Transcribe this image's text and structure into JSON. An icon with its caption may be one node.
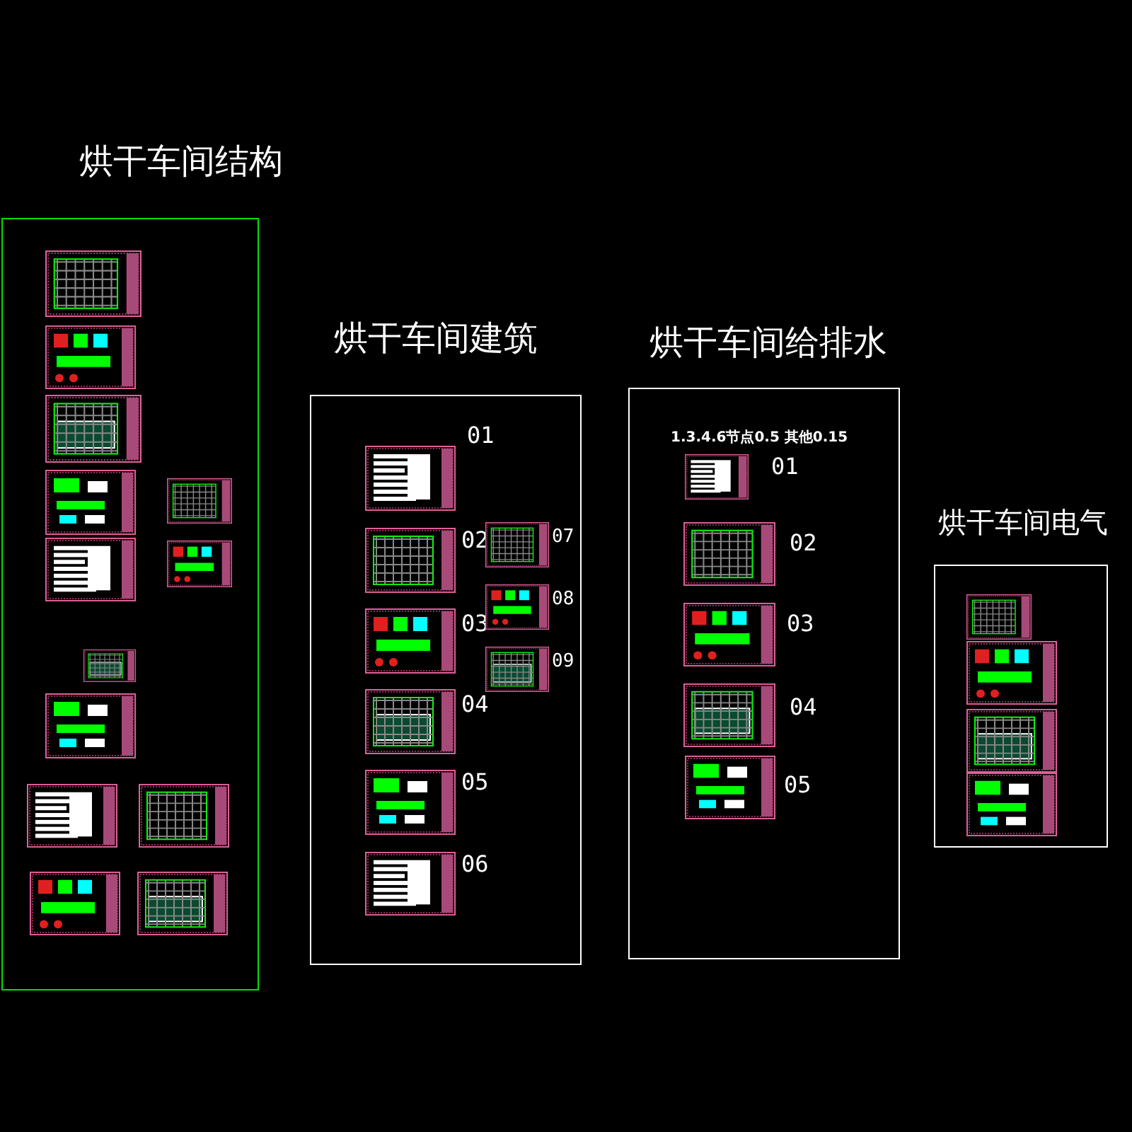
{
  "diagram": {
    "nodes": [
      {
        "text": [
          "烘干车间结构"
        ]
      },
      {
        "text": [],
        "shape": "picture",
        "in": 0
      },
      {
        "text": [],
        "shape": "picture",
        "in": 0
      },
      {
        "text": [],
        "shape": "picture",
        "in": 0
      },
      {
        "text": [],
        "shape": "picture",
        "in": 0
      },
      {
        "text": [],
        "shape": "picture",
        "in": 0
      },
      {
        "text": [],
        "shape": "picture",
        "in": 0
      },
      {
        "text": [],
        "shape": "picture",
        "in": 0
      },
      {
        "text": [],
        "shape": "picture",
        "in": 0
      },
      {
        "text": [],
        "shape": "picture",
        "in": 0
      },
      {
        "text": [],
        "shape": "picture",
        "in": 0
      },
      {
        "text": [],
        "shape": "picture",
        "in": 0
      },
      {
        "text": [],
        "shape": "picture",
        "in": 0
      },
      {
        "text": [],
        "shape": "picture",
        "in": 0
      },
      {
        "text": [
          "烘干车间建筑"
        ]
      },
      {
        "text": [],
        "shape": "picture",
        "in": 14,
        "beside": [
          "01"
        ]
      },
      {
        "text": [],
        "shape": "picture",
        "in": 14,
        "beside": [
          "02"
        ]
      },
      {
        "text": [],
        "shape": "picture",
        "in": 14,
        "beside": [
          "03"
        ]
      },
      {
        "text": [],
        "shape": "picture",
        "in": 14,
        "beside": [
          "04"
        ]
      },
      {
        "text": [],
        "shape": "picture",
        "in": 14,
        "beside": [
          "05"
        ]
      },
      {
        "text": [],
        "shape": "picture",
        "in": 14,
        "beside": [
          "06"
        ]
      },
      {
        "text": [],
        "shape": "picture",
        "in": 14,
        "beside": [
          "07"
        ]
      },
      {
        "text": [],
        "shape": "picture",
        "in": 14,
        "beside": [
          "08"
        ]
      },
      {
        "text": [],
        "shape": "picture",
        "in": 14,
        "beside": [
          "09"
        ]
      },
      {
        "text": [
          "烘干车间给排水"
        ]
      },
      {
        "text": [],
        "shape": "picture",
        "in": 24,
        "beside": [
          "01"
        ]
      },
      {
        "text": [],
        "shape": "picture",
        "in": 24,
        "beside": [
          "02"
        ]
      },
      {
        "text": [],
        "shape": "picture",
        "in": 24,
        "beside": [
          "03"
        ]
      },
      {
        "text": [],
        "shape": "picture",
        "in": 24,
        "beside": [
          "04"
        ]
      },
      {
        "text": [],
        "shape": "picture",
        "in": 24,
        "beside": [
          "05"
        ]
      },
      {
        "text": [
          "烘干车间电气"
        ]
      },
      {
        "text": [],
        "shape": "picture",
        "in": 30
      },
      {
        "text": [],
        "shape": "picture",
        "in": 30
      },
      {
        "text": [],
        "shape": "picture",
        "in": 30
      },
      {
        "text": [],
        "shape": "picture",
        "in": 30
      }
    ],
    "labels": [
      "1.3.4.6节点0.5 其他0.15"
    ]
  }
}
